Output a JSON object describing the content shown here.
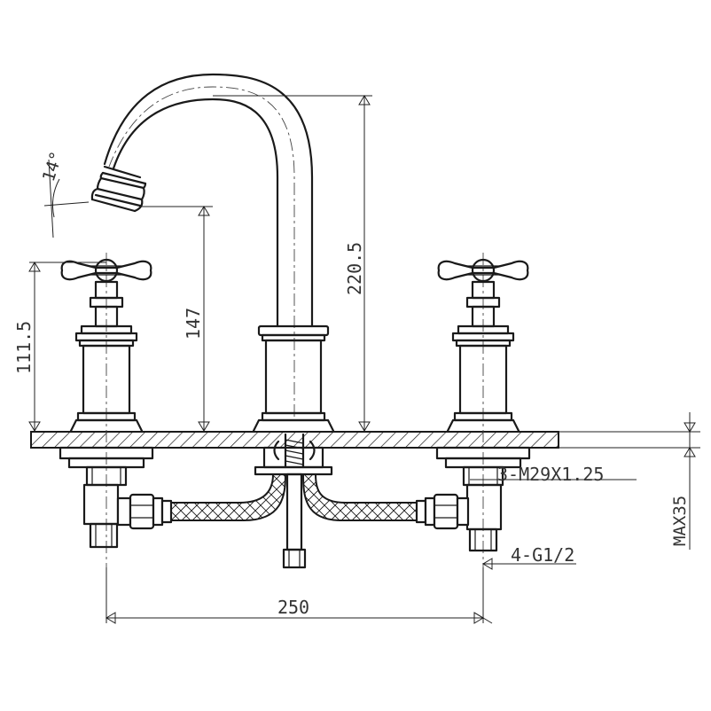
{
  "dimensions": {
    "width_total": "250",
    "height_spout": "220.5",
    "height_outlet": "147",
    "height_handle": "111.5",
    "angle": "14°",
    "max_thickness": "MAX35",
    "thread_mount": "3-M29X1.25",
    "connections": "4-G1/2"
  }
}
